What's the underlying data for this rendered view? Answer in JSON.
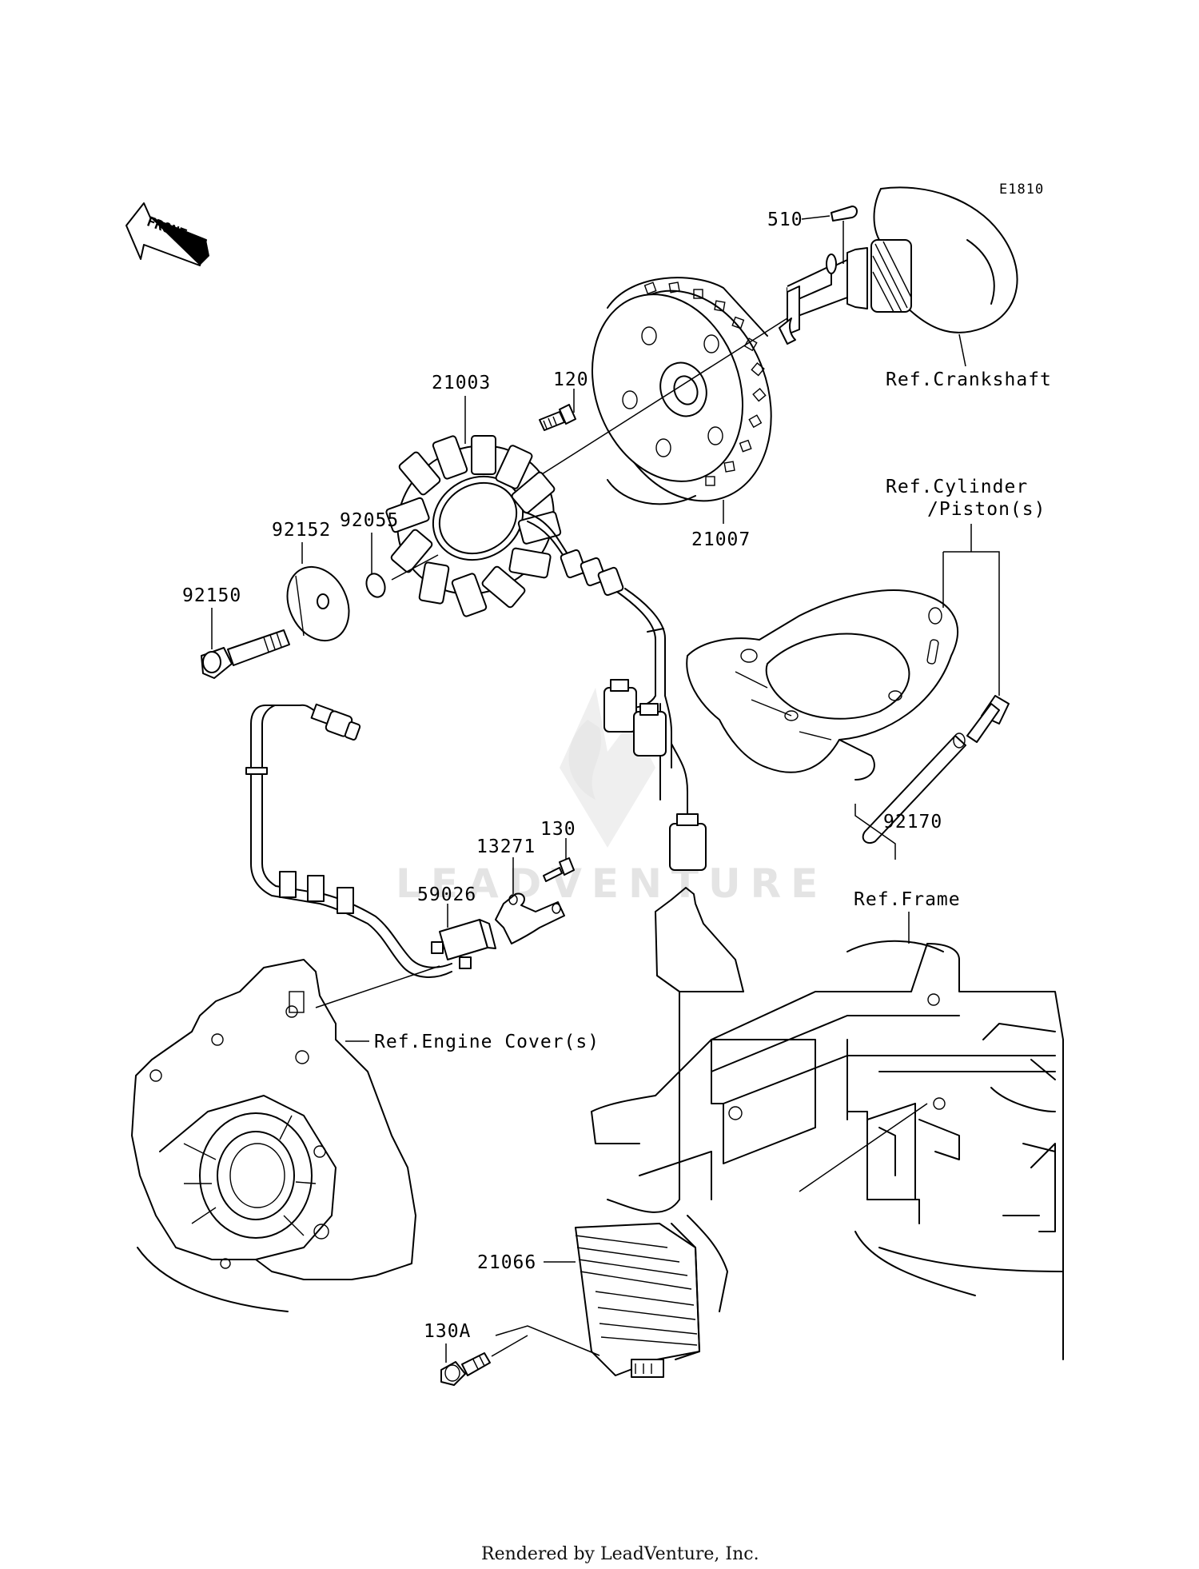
{
  "diagram_code": "E1810",
  "front_label": "FRONT",
  "parts": [
    {
      "id": "p510",
      "number": "510"
    },
    {
      "id": "p120",
      "number": "120"
    },
    {
      "id": "p21003",
      "number": "21003"
    },
    {
      "id": "p92055",
      "number": "92055"
    },
    {
      "id": "p92152",
      "number": "92152"
    },
    {
      "id": "p92150",
      "number": "92150"
    },
    {
      "id": "p21007",
      "number": "21007"
    },
    {
      "id": "p92170",
      "number": "92170"
    },
    {
      "id": "p130",
      "number": "130"
    },
    {
      "id": "p13271",
      "number": "13271"
    },
    {
      "id": "p59026",
      "number": "59026"
    },
    {
      "id": "p21066",
      "number": "21066"
    },
    {
      "id": "p130A",
      "number": "130A"
    }
  ],
  "references": {
    "crankshaft": "Ref.Crankshaft",
    "cylinder_line1": "Ref.Cylinder",
    "cylinder_line2": "/Piston(s)",
    "frame": "Ref.Frame",
    "engine_cover": "Ref.Engine Cover(s)"
  },
  "watermark": "LEADVENTURE",
  "footer": "Rendered by LeadVenture, Inc."
}
